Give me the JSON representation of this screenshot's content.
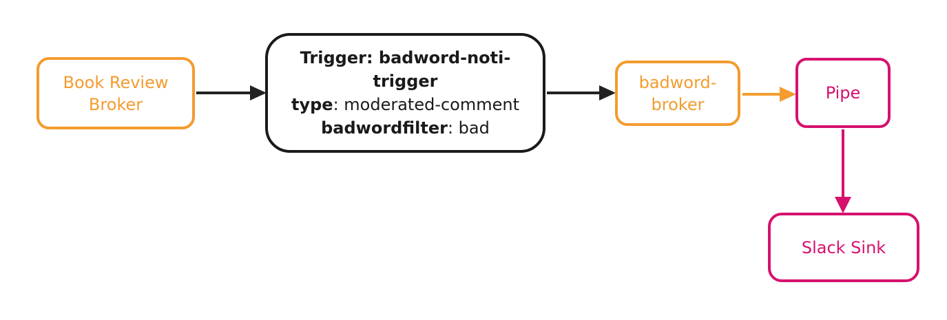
{
  "colors": {
    "orange": "#F39C2F",
    "pink": "#D6116E",
    "ink": "#1A1A1A",
    "arrow": "#212121",
    "bg": "#FFFFFF"
  },
  "nodes": {
    "book_review_broker": {
      "label": "Book Review Broker",
      "lines": [
        "Book Review",
        "Broker"
      ]
    },
    "trigger": {
      "line1": "Trigger: badword-noti-trigger",
      "line2_key": "type",
      "line2_value": ": moderated-comment",
      "line3_key": "badwordfilter",
      "line3_value": ": bad"
    },
    "badword_broker": {
      "label": "badword-broker",
      "lines": [
        "badword-",
        "broker"
      ]
    },
    "pipe": {
      "label": "Pipe"
    },
    "slack_sink": {
      "label": "Slack Sink"
    }
  }
}
